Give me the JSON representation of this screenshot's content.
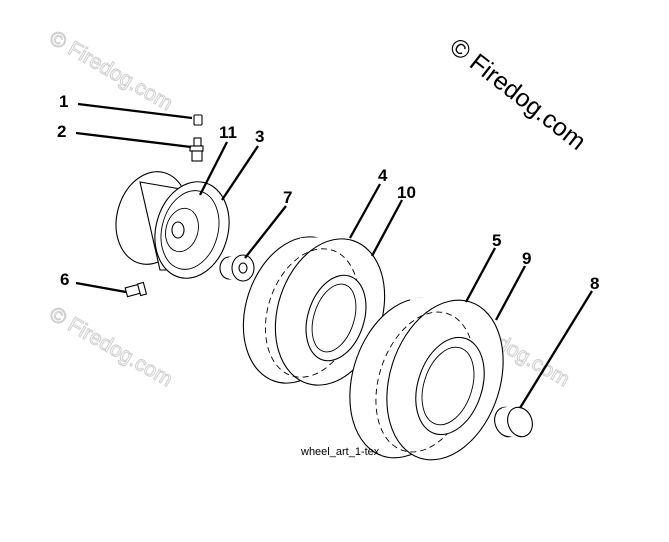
{
  "diagram": {
    "caption": "wheel_art_1-tex",
    "watermark_main": "© Firedog.com",
    "watermark_faint": "© Firedog.com",
    "callouts": {
      "c1": "1",
      "c2": "2",
      "c3": "3",
      "c4": "4",
      "c5": "5",
      "c6": "6",
      "c7": "7",
      "c8": "8",
      "c9": "9",
      "c10": "10",
      "c11": "11"
    }
  }
}
